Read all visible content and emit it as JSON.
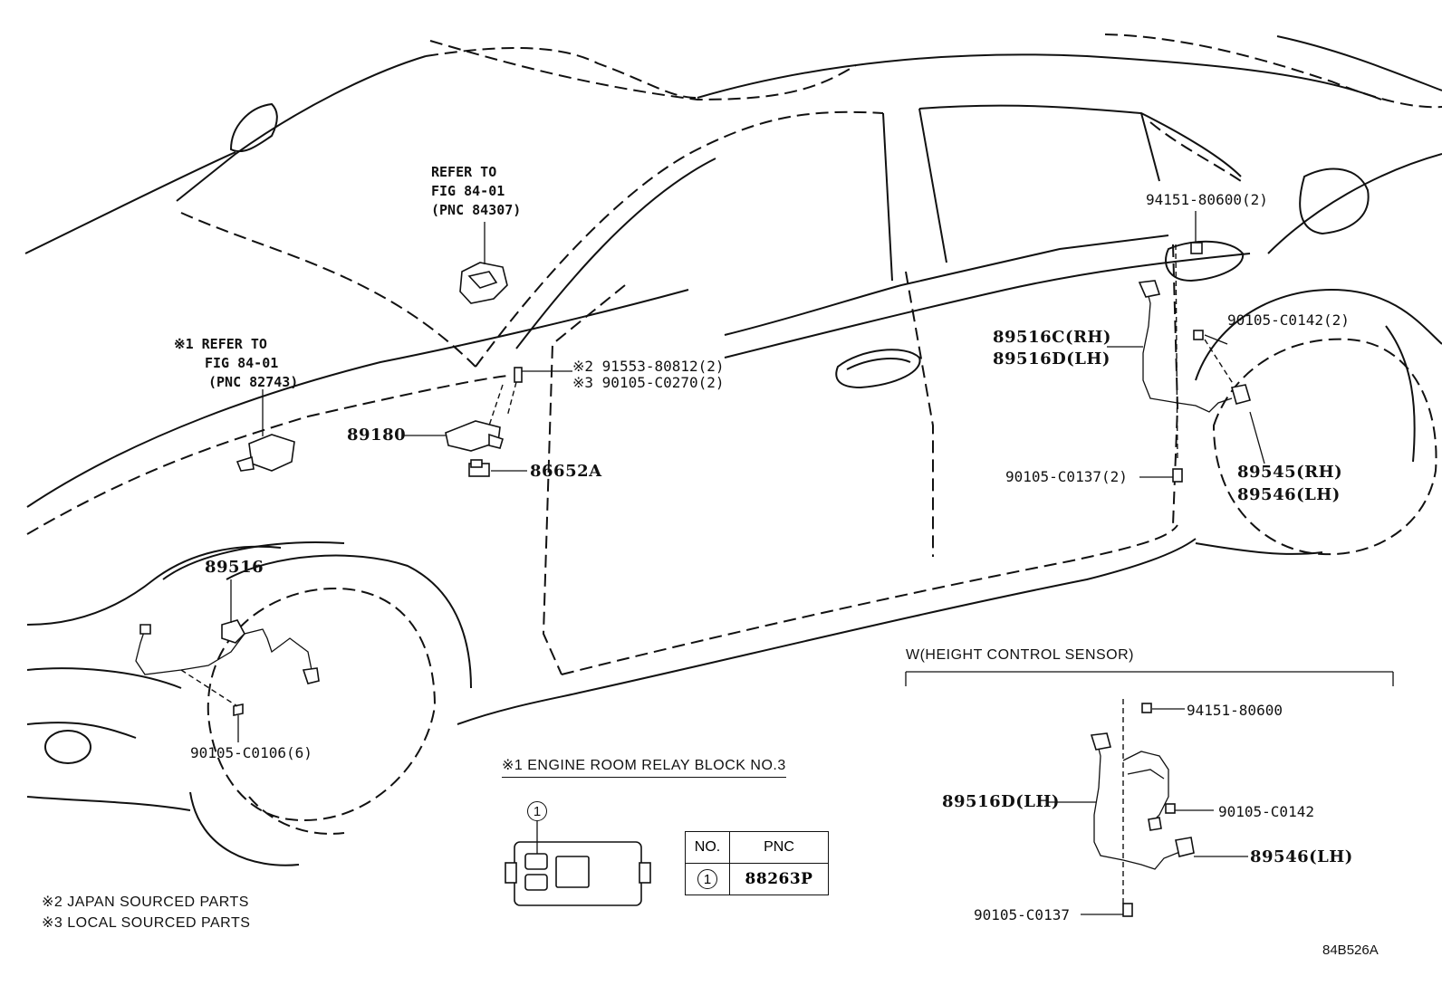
{
  "refer_labels": {
    "airbag": [
      "REFER TO",
      "FIG 84-01",
      "(PNC 84307)"
    ],
    "relay": [
      "※1 REFER TO",
      "FIG 84-01",
      "(PNC 82743)"
    ]
  },
  "parts": {
    "p89180": "89180",
    "p86652a": "86652A",
    "p89516": "89516",
    "p91553": "※2 91553-80812(2)",
    "p90105_c0270": "※3 90105-C0270(2)",
    "p90105_c0106": "90105-C0106(6)",
    "p94151": "94151-80600(2)",
    "p90105_c0142_2": "90105-C0142(2)",
    "p89516c": "89516C(RH)",
    "p89516d": "89516D(LH)",
    "p90105_c0137_2": "90105-C0137(2)",
    "p89545": "89545(RH)",
    "p89546": "89546(LH)"
  },
  "inset_height": {
    "title": "W(HEIGHT CONTROL SENSOR)",
    "p94151": "94151-80600",
    "p89516d": "89516D(LH)",
    "p90105_c0142": "90105-C0142",
    "p89546": "89546(LH)",
    "p90105_c0137": "90105-C0137"
  },
  "inset_relay": {
    "title": "※1 ENGINE ROOM RELAY BLOCK NO.3",
    "callout": "1",
    "table": {
      "headers": [
        "NO.",
        "PNC"
      ],
      "rows": [
        {
          "no": "1",
          "pnc": "88263P"
        }
      ]
    }
  },
  "footnotes": [
    "※2 JAPAN SOURCED PARTS",
    "※3 LOCAL SOURCED PARTS"
  ],
  "diagram_id": "84B526A"
}
